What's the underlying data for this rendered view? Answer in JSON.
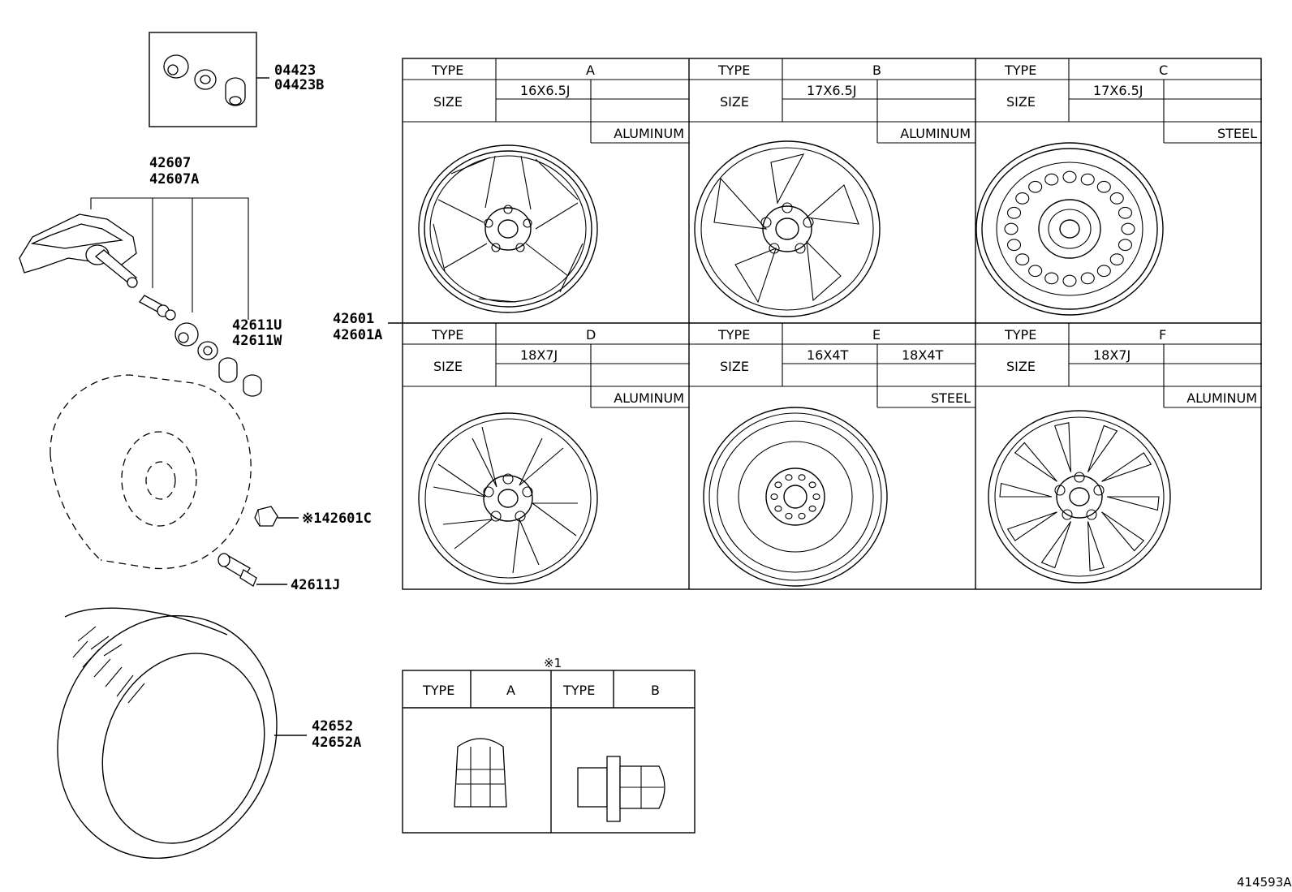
{
  "callouts": {
    "valve_cap_set": [
      "04423",
      "04423B"
    ],
    "tpms_sensor": [
      "42607",
      "42607A"
    ],
    "valve_parts": [
      "42611U",
      "42611W"
    ],
    "wheel": [
      "42601",
      "42601A"
    ],
    "hub_nut": "※142601C",
    "valve_stem": "42611J",
    "tire": [
      "42652",
      "42652A"
    ]
  },
  "wheel_table": {
    "type_label": "TYPE",
    "size_label": "SIZE",
    "cells": [
      {
        "type": "A",
        "sizes": [
          "16X6.5J",
          ""
        ],
        "material": "ALUMINUM"
      },
      {
        "type": "B",
        "sizes": [
          "17X6.5J",
          ""
        ],
        "material": "ALUMINUM"
      },
      {
        "type": "C",
        "sizes": [
          "17X6.5J",
          ""
        ],
        "material": "STEEL"
      },
      {
        "type": "D",
        "sizes": [
          "18X7J",
          ""
        ],
        "material": "ALUMINUM"
      },
      {
        "type": "E",
        "sizes": [
          "16X4T",
          "18X4T"
        ],
        "material": "STEEL"
      },
      {
        "type": "F",
        "sizes": [
          "18X7J",
          ""
        ],
        "material": "ALUMINUM"
      }
    ]
  },
  "nut_table": {
    "note": "※1",
    "type_label": "TYPE",
    "types": [
      "A",
      "B"
    ]
  },
  "diagram_id": "414593A"
}
